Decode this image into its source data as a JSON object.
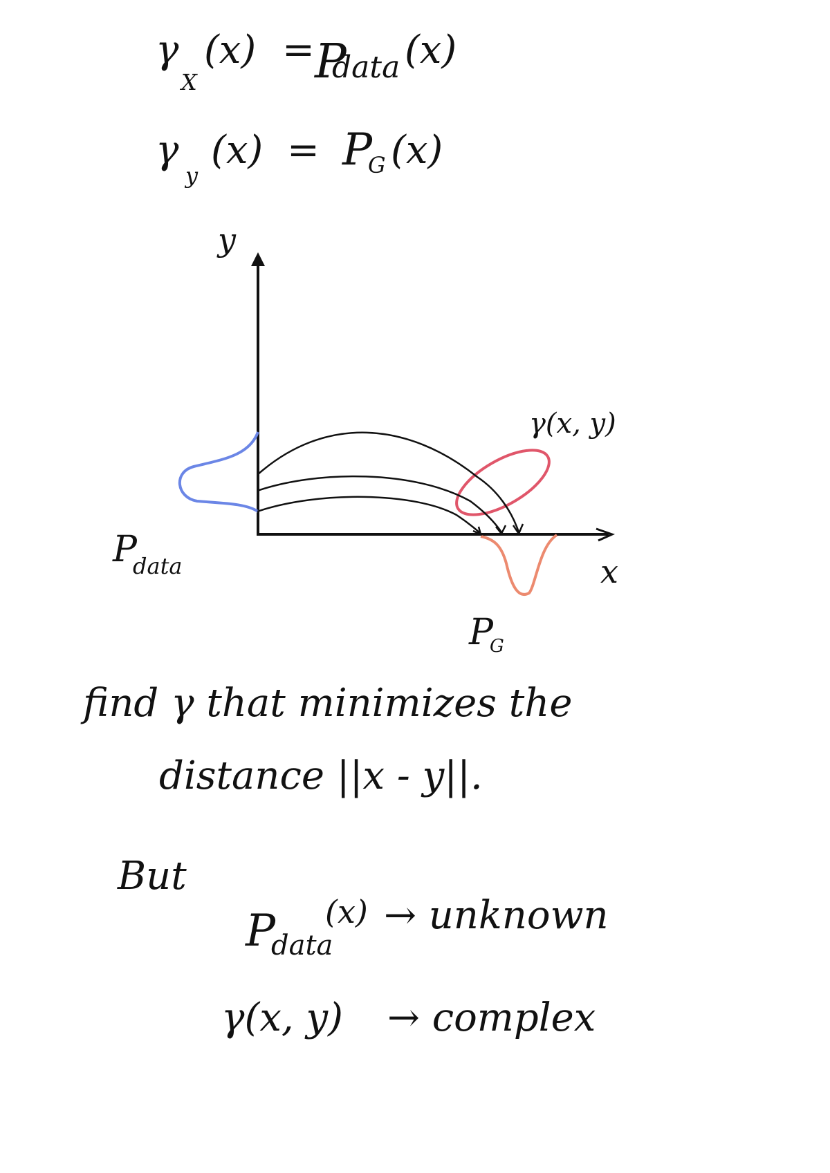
{
  "equations": {
    "eq1": "γ_X(x) = P_data(x)",
    "eq1_lhs": "γ",
    "eq1_sub": "X",
    "eq1_arg": "(x)",
    "eq1_eq": "=",
    "eq1_rhs": "P",
    "eq1_rhs_sub": "data",
    "eq1_rhs_arg": "(x)",
    "eq2_lhs": "γ",
    "eq2_sub": "y",
    "eq2_arg": "(x)",
    "eq2_eq": "=",
    "eq2_rhs": "P",
    "eq2_rhs_sub": "G",
    "eq2_rhs_arg": "(x)"
  },
  "diagram": {
    "y_axis_label": "y",
    "x_axis_label": "x",
    "joint_label": "γ(x, y)",
    "p_data_label": "P",
    "p_data_sub": "data",
    "p_g_label": "P",
    "p_g_sub": "G",
    "colors": {
      "axes": "#111111",
      "p_data_curve": "#6b86e6",
      "joint_ellipse": "#e0566a",
      "p_g_curve": "#ec8a6f",
      "transport_arrows": "#111111"
    }
  },
  "notes": {
    "line1": "find γ that minimizes the",
    "line2": "distance ||x - y||.",
    "but": "But",
    "unknown_lhs": "P",
    "unknown_sub": "data",
    "unknown_arg": "(x)",
    "unknown_rhs": "→ unknown",
    "complex_lhs": "γ(x, y)",
    "complex_rhs": "→ complex"
  }
}
